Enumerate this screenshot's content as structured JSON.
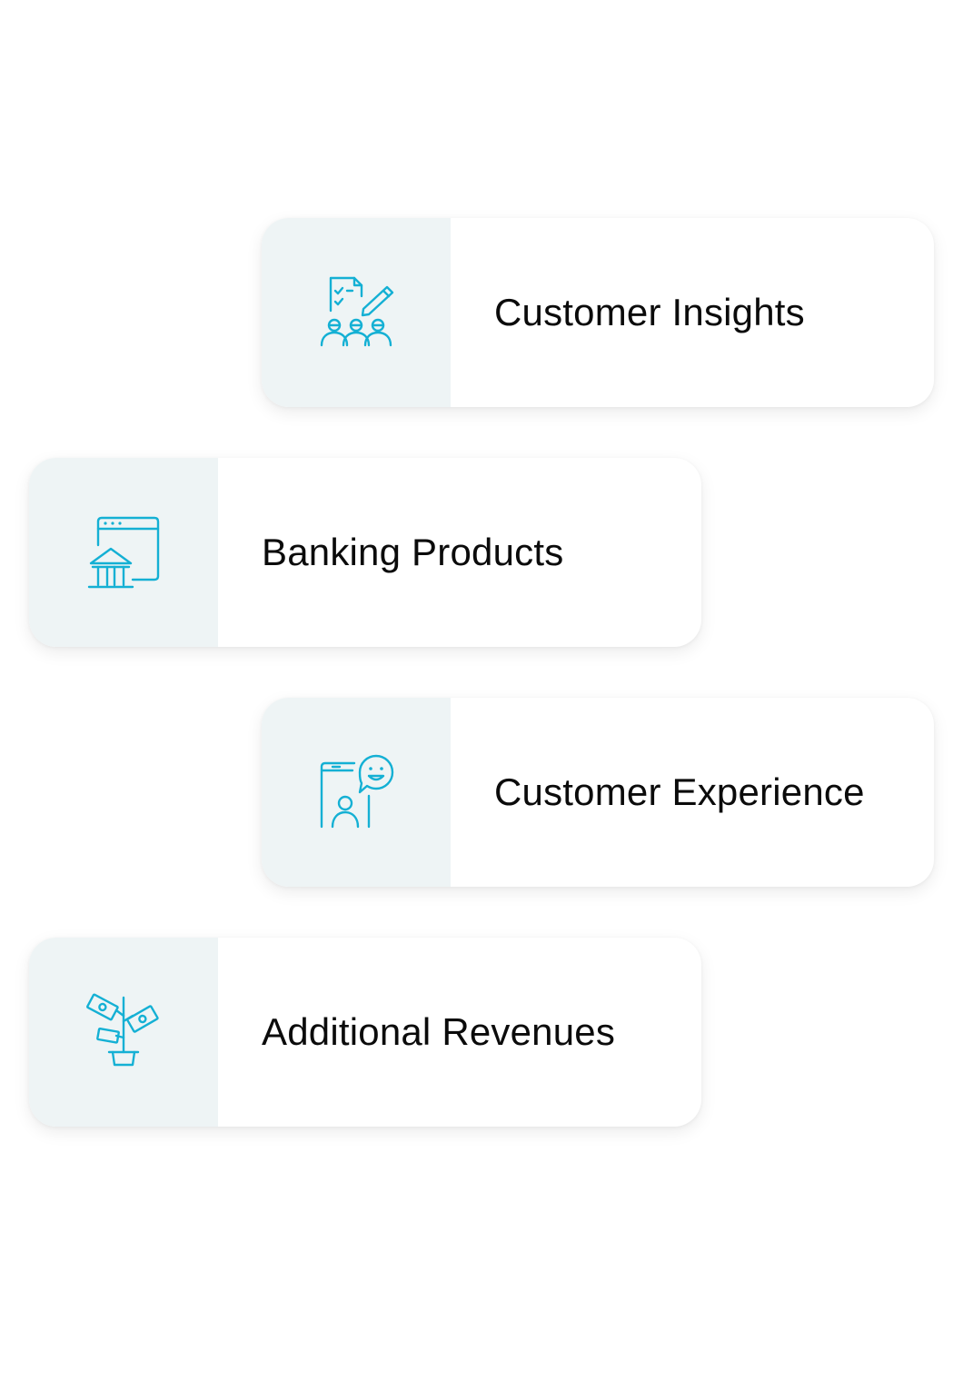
{
  "accent_color": "#14b0d4",
  "panel_color": "#eef4f5",
  "cards": [
    {
      "label": "Customer Insights",
      "icon": "survey-people-icon"
    },
    {
      "label": "Banking Products",
      "icon": "bank-browser-icon"
    },
    {
      "label": "Customer Experience",
      "icon": "phone-chat-smile-icon"
    },
    {
      "label": "Additional Revenues",
      "icon": "money-plant-icon"
    }
  ]
}
